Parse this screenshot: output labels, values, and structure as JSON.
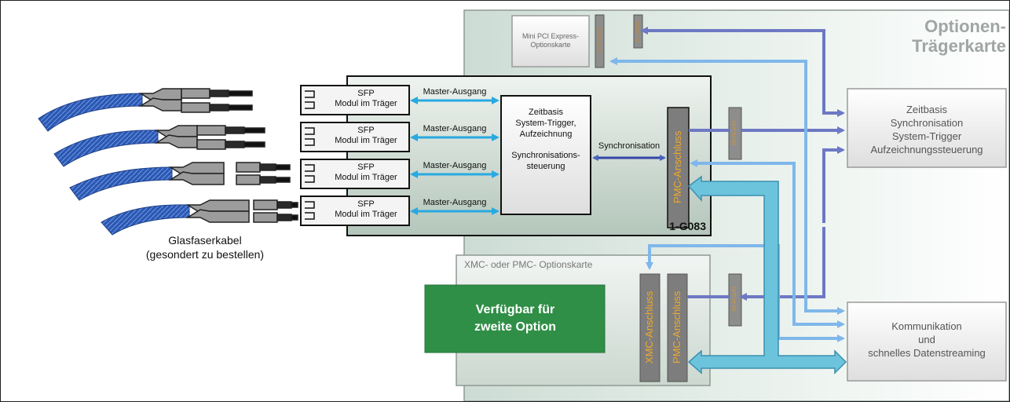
{
  "carrier_title_line1": "Optionen-",
  "carrier_title_line2": "Trägerkarte",
  "mini_pci_label": "Mini PCI Express-Optionskarte",
  "mini_pci_slot_labels": [
    "PCIe-Anschl.",
    "IO-Anschl."
  ],
  "sfp_modules": [
    {
      "title": "SFP",
      "sub": "Modul im Träger",
      "output": "Master-Ausgang"
    },
    {
      "title": "SFP",
      "sub": "Modul im Träger",
      "output": "Master-Ausgang"
    },
    {
      "title": "SFP",
      "sub": "Modul im Träger",
      "output": "Master-Ausgang"
    },
    {
      "title": "SFP",
      "sub": "Modul im Träger",
      "output": "Master-Ausgang"
    }
  ],
  "timebase_box": {
    "line1": "Zeitbasis",
    "line2": "System-Trigger,",
    "line3": "Aufzeichnung",
    "line4": "Synchronisations-",
    "line5": "steuerung"
  },
  "sync_label": "Synchronisation",
  "pmc_connector": "PMC-Anschluss",
  "io_connector": "IO-Anschl.",
  "board_id": "1-G083",
  "cable_caption_line1": "Glasfaserkabel",
  "cable_caption_line2": "(gesondert zu bestellen)",
  "option_card_title": "XMC- oder PMC- Optionskarte",
  "xmc_connector": "XMC-Anschluss",
  "green_box_line1": "Verfügbar für",
  "green_box_line2": "zweite Option",
  "right_box_1": {
    "line1": "Zeitbasis",
    "line2": "Synchronisation",
    "line3": "System-Trigger",
    "line4": "Aufzeichnungssteuerung"
  },
  "right_box_2": {
    "line1": "Kommunikation",
    "line2": "und",
    "line3": "schnelles Datenstreaming"
  },
  "colors": {
    "blue_dark": "#3a55b0",
    "blue_light": "#6aaee8",
    "cyan": "#4fc3d8",
    "purple": "#7a86c8",
    "green": "#2f8f46",
    "orange": "#e7a32a"
  }
}
